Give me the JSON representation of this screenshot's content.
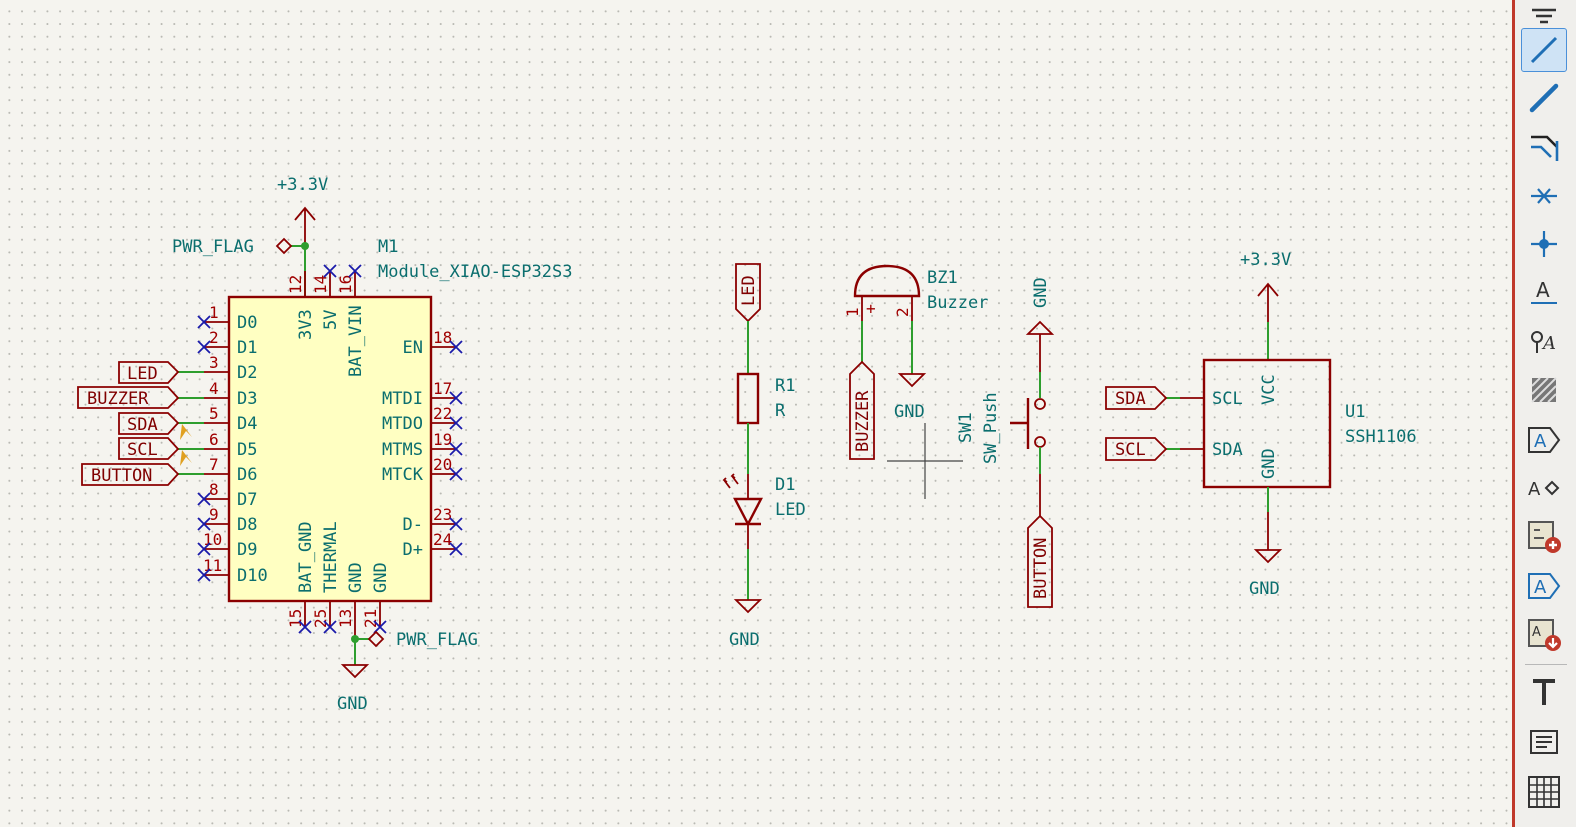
{
  "schematic": {
    "power": {
      "v33_left": "+3.3V",
      "v33_right": "+3.3V",
      "gnd_mcu": "GND",
      "gnd_led": "GND",
      "gnd_buzzer": "GND",
      "gnd_switch": "GND",
      "gnd_display": "GND",
      "pwr_flag_top": "PWR_FLAG",
      "pwr_flag_bottom": "PWR_FLAG"
    },
    "m1": {
      "ref": "M1",
      "value": "Module_XIAO-ESP32S3",
      "left_pins": [
        {
          "num": "1",
          "name": "D0"
        },
        {
          "num": "2",
          "name": "D1"
        },
        {
          "num": "3",
          "name": "D2"
        },
        {
          "num": "4",
          "name": "D3"
        },
        {
          "num": "5",
          "name": "D4"
        },
        {
          "num": "6",
          "name": "D5"
        },
        {
          "num": "7",
          "name": "D6"
        },
        {
          "num": "8",
          "name": "D7"
        },
        {
          "num": "9",
          "name": "D8"
        },
        {
          "num": "10",
          "name": "D9"
        },
        {
          "num": "11",
          "name": "D10"
        }
      ],
      "right_pins": [
        {
          "num": "18",
          "name": "EN"
        },
        {
          "num": "17",
          "name": "MTDI"
        },
        {
          "num": "22",
          "name": "MTDO"
        },
        {
          "num": "19",
          "name": "MTMS"
        },
        {
          "num": "20",
          "name": "MTCK"
        },
        {
          "num": "23",
          "name": "D-"
        },
        {
          "num": "24",
          "name": "D+"
        }
      ],
      "top_pins": [
        {
          "num": "12",
          "name": "3V3"
        },
        {
          "num": "14",
          "name": "5V"
        },
        {
          "num": "16",
          "name": "BAT_VIN"
        }
      ],
      "bottom_pins": [
        {
          "num": "15",
          "name": "BAT_GND"
        },
        {
          "num": "25",
          "name": "THERMAL"
        },
        {
          "num": "13",
          "name": "GND"
        },
        {
          "num": "21",
          "name": "GND"
        }
      ]
    },
    "labels": {
      "led": "LED",
      "buzzer": "BUZZER",
      "sda": "SDA",
      "scl": "SCL",
      "button": "BUTTON",
      "led_top": "LED",
      "buzzer_bz": "BUZZER",
      "button_sw": "BUTTON",
      "sda_u1": "SDA",
      "scl_u1": "SCL"
    },
    "r1": {
      "ref": "R1",
      "value": "R"
    },
    "d1": {
      "ref": "D1",
      "value": "LED"
    },
    "bz1": {
      "ref": "BZ1",
      "value": "Buzzer",
      "pin1": "1",
      "pin2": "2",
      "plus": "+"
    },
    "sw1": {
      "ref": "SW1",
      "value": "SW_Push"
    },
    "u1": {
      "ref": "U1",
      "value": "SSH1106",
      "pins": {
        "scl": "SCL",
        "sda": "SDA",
        "vcc": "VCC",
        "gnd": "GND"
      }
    }
  },
  "toolbar": {
    "tools": [
      "add-ground-power-icon",
      "draw-wire-icon",
      "draw-bus-icon",
      "bus-entry-icon",
      "no-connect-icon",
      "junction-icon",
      "net-label-icon",
      "global-label-icon",
      "hierarchical-label-icon",
      "add-sheet-icon",
      "sheet-pin-icon",
      "import-sheet-pin-icon",
      "text-icon",
      "text-box-icon",
      "table-icon"
    ],
    "active_tool": "draw-wire-icon",
    "accent_color": "#4a90d9"
  },
  "colors": {
    "wire": "#2e9e2e",
    "symbol": "#8b0000",
    "text": "#0b6e6e",
    "no_connect": "#1a1aaa",
    "body_fill": "#ffffc2",
    "background": "#f5f4ef"
  }
}
